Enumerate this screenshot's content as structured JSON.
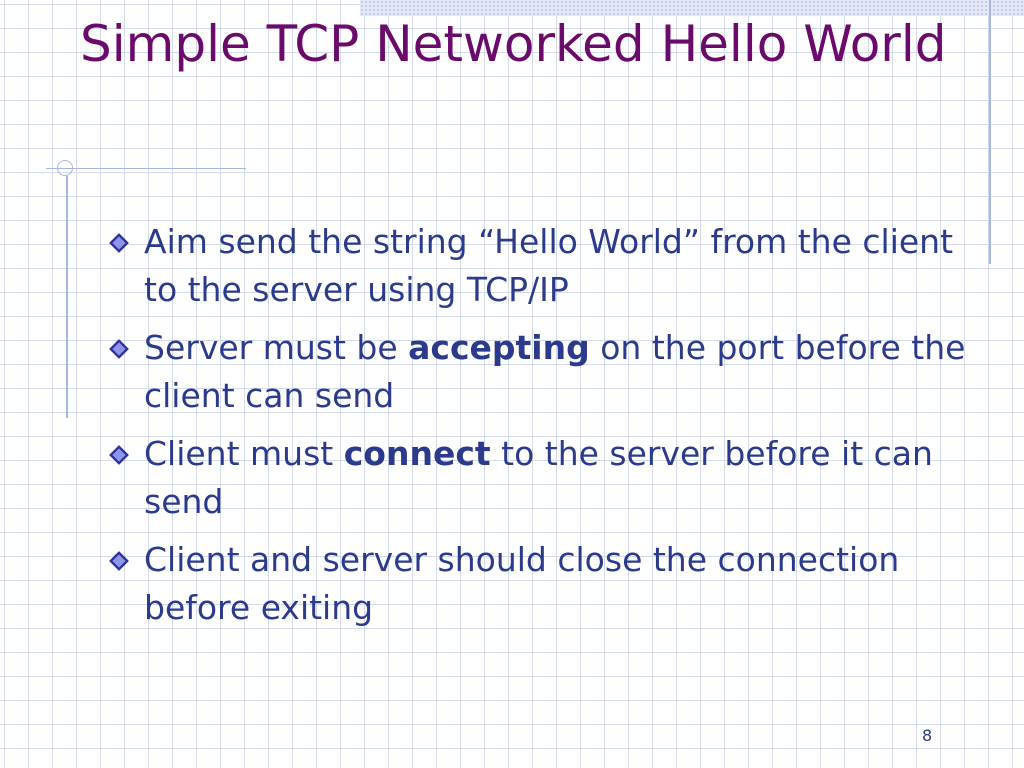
{
  "slide": {
    "title": "Simple TCP Networked Hello World",
    "page_number": "8",
    "bullets": [
      {
        "before": "Aim send the string “Hello World” from the client to the server using TCP/IP",
        "emphasis": "",
        "after": ""
      },
      {
        "before": "Server must be ",
        "emphasis": "accepting",
        "after": " on the port before the client can send"
      },
      {
        "before": "Client must ",
        "emphasis": "connect",
        "after": " to the server before it can send"
      },
      {
        "before": "Client and server should close the connection before exiting",
        "emphasis": "",
        "after": ""
      }
    ]
  },
  "colors": {
    "title": "#6a0a6a",
    "body_text": "#2b3a8c",
    "grid": "#d4daee",
    "accent_line": "#a9b6e0",
    "bullet_fill": "#2b2fa0"
  },
  "icons": {
    "bullet": "diamond-bullet-icon"
  }
}
